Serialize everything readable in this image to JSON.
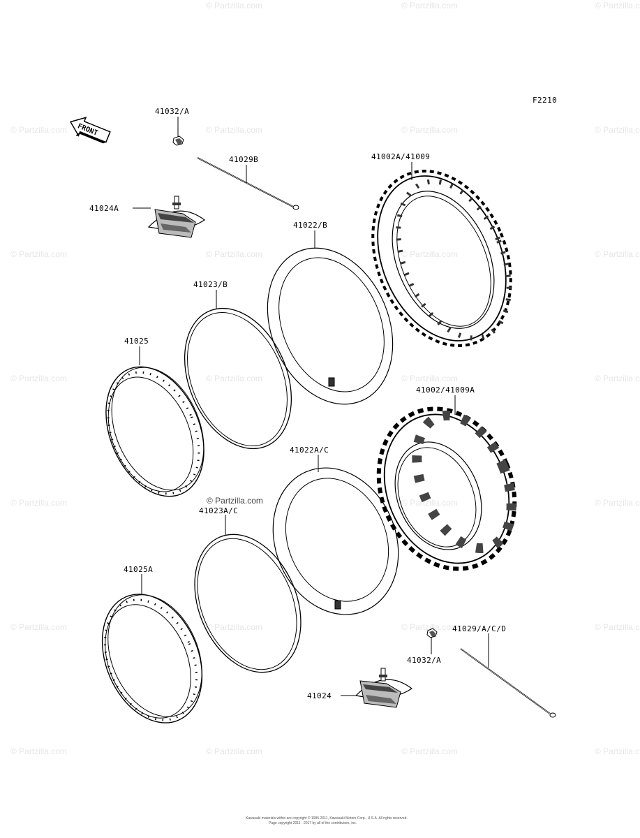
{
  "figure_code": "F2210",
  "front_arrow_text": "FRONT",
  "labels": {
    "l41032a_top": "41032/A",
    "l41029b": "41029B",
    "l41024a": "41024A",
    "l41002a_41009": "41002A/41009",
    "l41022b": "41022/B",
    "l41023b": "41023/B",
    "l41025": "41025",
    "l41002_41009a": "41002/41009A",
    "l41022a_c": "41022A/C",
    "l41023a_c": "41023A/C",
    "l41025a": "41025A",
    "l41029_a_c_d": "41029/A/C/D",
    "l41032a_bottom": "41032/A",
    "l41024": "41024"
  },
  "watermark": "© Partzilla.com",
  "copyright_line1": "Kawasaki materials within are copyright © 1995-2011, Kawasaki Motors Corp., U.S.A. All rights reserved.",
  "copyright_line2": "Page copyright 2011 - 2017 by all of the contributors, inc."
}
